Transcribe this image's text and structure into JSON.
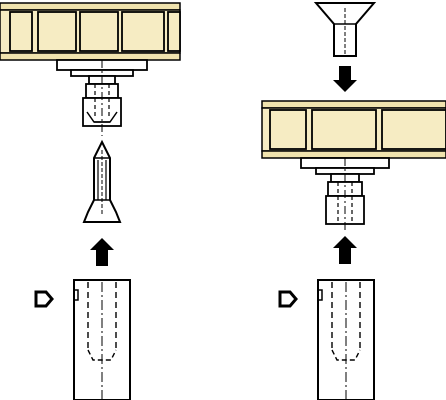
{
  "colors": {
    "panel_fill": "#f6ecc3",
    "panel_band": "#f0e3ae",
    "line": "#000000",
    "background": "#ffffff"
  },
  "panels": [
    {
      "name": "left-assembly",
      "cells": 3,
      "mounted_fastener": "nut-insert",
      "loose_fastener": "pointed-screw",
      "motion": "up"
    },
    {
      "name": "right-assembly",
      "cells": 3,
      "mounted_fastener": "nut-insert",
      "loose_fastener": "countersunk-screw",
      "motion": "down-and-up"
    }
  ],
  "icons": {
    "arrow": "solid-arrow-icon",
    "tool": "driver-bit-icon",
    "marker": "pentagon-pointer-icon"
  }
}
